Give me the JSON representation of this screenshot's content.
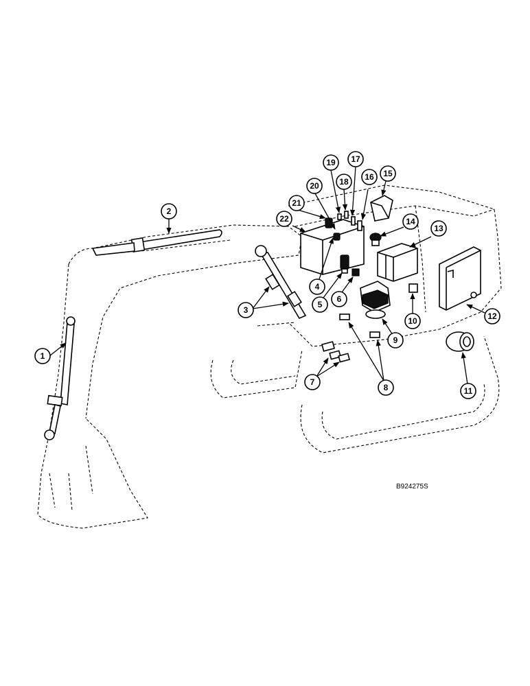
{
  "callouts": [
    "1",
    "2",
    "3",
    "4",
    "5",
    "6",
    "7",
    "8",
    "9",
    "10",
    "11",
    "12",
    "13",
    "14",
    "15",
    "16",
    "17",
    "18",
    "19",
    "20",
    "21",
    "22"
  ],
  "figure_ref": "B924275S"
}
